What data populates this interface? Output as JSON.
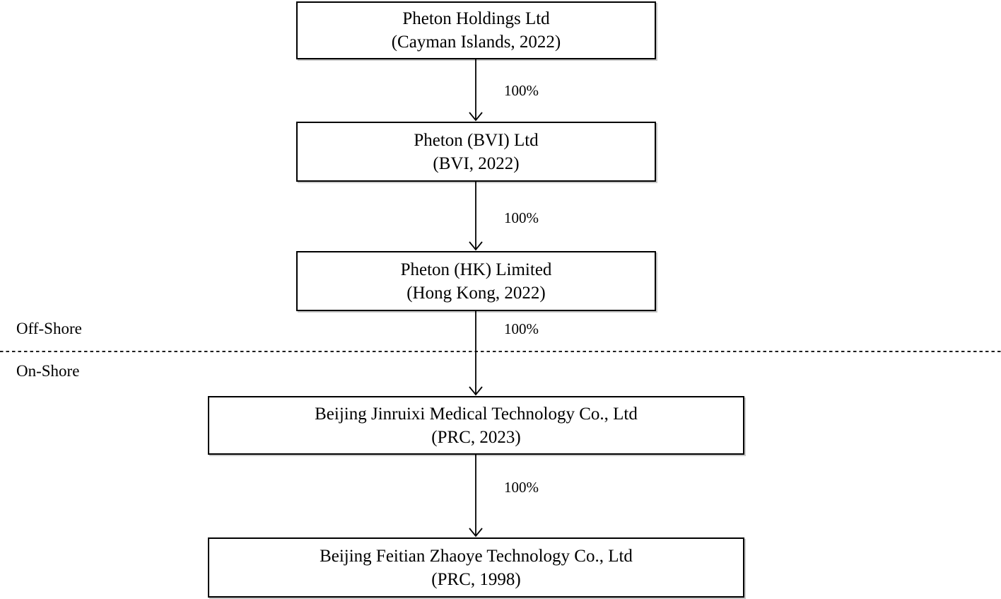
{
  "diagram": {
    "nodes": [
      {
        "line1": "Pheton Holdings Ltd",
        "line2": "(Cayman Islands, 2022)"
      },
      {
        "line1": "Pheton (BVI) Ltd",
        "line2": "(BVI, 2022)"
      },
      {
        "line1": "Pheton (HK) Limited",
        "line2": "(Hong Kong, 2022)"
      },
      {
        "line1": "Beijing Jinruixi Medical Technology Co., Ltd",
        "line2": "(PRC, 2023)"
      },
      {
        "line1": "Beijing Feitian Zhaoye Technology Co., Ltd",
        "line2": "(PRC, 1998)"
      }
    ],
    "edges": [
      {
        "label": "100%"
      },
      {
        "label": "100%"
      },
      {
        "label": "100%"
      },
      {
        "label": "100%"
      }
    ],
    "regions": {
      "offshore_label": "Off-Shore",
      "onshore_label": "On-Shore"
    },
    "colors": {
      "line": "#000000",
      "text": "#000000",
      "background": "#ffffff",
      "box_shadow": "#c9c9c9"
    }
  }
}
